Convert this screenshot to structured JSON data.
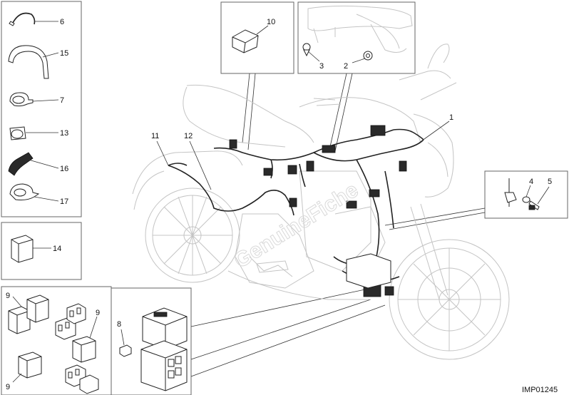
{
  "callouts": {
    "c1": "1",
    "c2": "2",
    "c3": "3",
    "c4": "4",
    "c5": "5",
    "c6": "6",
    "c7": "7",
    "c8": "8",
    "c9a": "9",
    "c9b": "9",
    "c9c": "9",
    "c10": "10",
    "c11": "11",
    "c12": "12",
    "c13": "13",
    "c14": "14",
    "c15": "15",
    "c16": "16",
    "c17": "17"
  },
  "image_code": "IMP01245",
  "watermark": "GenuineFiche",
  "colors": {
    "line": "#222222",
    "ghost": "#c4c4c4",
    "frame": "#666666"
  }
}
